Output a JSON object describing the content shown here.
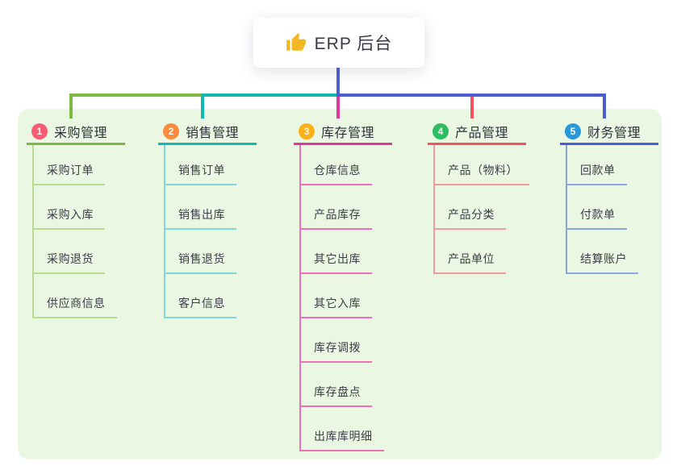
{
  "root": {
    "label": "ERP 后台",
    "icon_color": "#f2b724"
  },
  "canvas": {
    "background": "#ffffff",
    "panel_bg": "#e9f7e3",
    "trunk_color": "#4c5fd3",
    "header_text_color": "#30303a",
    "child_text_color": "#3e3e48",
    "root_text_color": "#3a3a46"
  },
  "branches": [
    {
      "badge": "1",
      "label": "采购管理",
      "colors": {
        "badge": "#f75c72",
        "main": "#7cb93e",
        "light": "#b7dc90"
      },
      "children": [
        "采购订单",
        "采购入库",
        "采购退货",
        "供应商信息"
      ]
    },
    {
      "badge": "2",
      "label": "销售管理",
      "colors": {
        "badge": "#fb8c3c",
        "main": "#14b8b0",
        "light": "#7fd8d2"
      },
      "children": [
        "销售订单",
        "销售出库",
        "销售退货",
        "客户信息"
      ]
    },
    {
      "badge": "3",
      "label": "库存管理",
      "colors": {
        "badge": "#fcaf17",
        "main": "#e0399d",
        "light": "#ef6fb6"
      },
      "children": [
        "仓库信息",
        "产品库存",
        "其它出库",
        "其它入库",
        "库存调拨",
        "库存盘点",
        "出库库明细"
      ]
    },
    {
      "badge": "4",
      "label": "产品管理",
      "colors": {
        "badge": "#2cbd60",
        "main": "#f4525e",
        "light": "#f79aa0"
      },
      "children": [
        "产品（物料）",
        "产品分类",
        "产品单位"
      ]
    },
    {
      "badge": "5",
      "label": "财务管理",
      "colors": {
        "badge": "#2798d9",
        "main": "#4a5ed2",
        "light": "#8ba4e6"
      },
      "children": [
        "回款单",
        "付款单",
        "结算账户"
      ]
    }
  ]
}
